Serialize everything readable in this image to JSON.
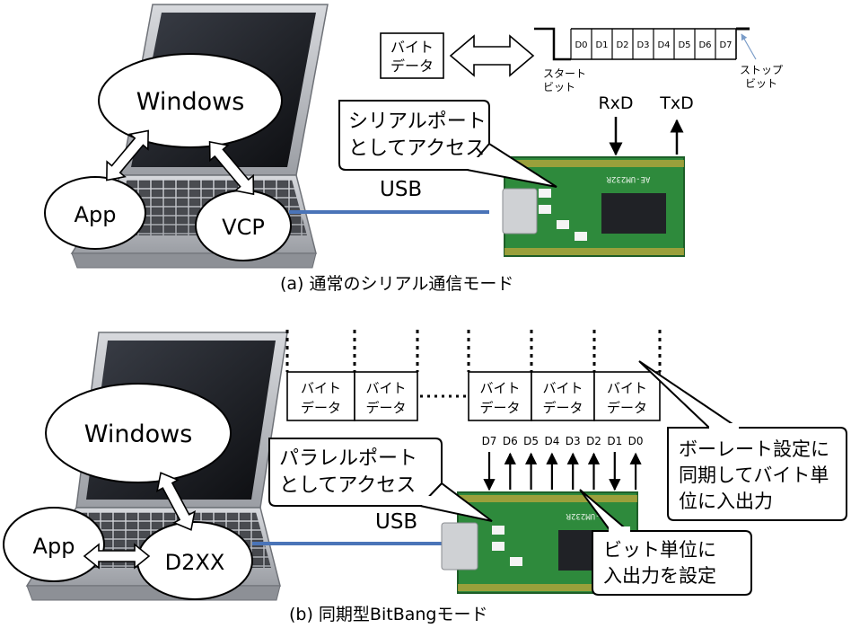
{
  "section_a": {
    "caption": "(a) 通常のシリアル通信モード",
    "windows": "Windows",
    "app": "App",
    "vcp": "VCP",
    "usb": "USB",
    "callout": [
      "シリアルポート",
      "としてアクセス"
    ],
    "byte_data": [
      "バイト",
      "データ"
    ],
    "bits": [
      "D0",
      "D1",
      "D2",
      "D3",
      "D4",
      "D5",
      "D6",
      "D7"
    ],
    "start_bit": [
      "スタート",
      "ビット"
    ],
    "stop_bit": [
      "ストップ",
      "ビット"
    ],
    "rxd": "RxD",
    "txd": "TxD",
    "board_label": "AE-UM232R"
  },
  "section_b": {
    "caption": "(b) 同期型BitBangモード",
    "windows": "Windows",
    "app": "App",
    "d2xx": "D2XX",
    "usb": "USB",
    "callout": [
      "パラレルポート",
      "としてアクセス"
    ],
    "byte_cells": [
      [
        "バイト",
        "データ"
      ],
      [
        "バイト",
        "データ"
      ],
      [
        "バイト",
        "データ"
      ],
      [
        "バイト",
        "データ"
      ],
      [
        "バイト",
        "データ"
      ]
    ],
    "pins": [
      "D7",
      "D6",
      "D5",
      "D4",
      "D3",
      "D2",
      "D1",
      "D0"
    ],
    "pin_direction": [
      "in",
      "out",
      "out",
      "out",
      "out",
      "out",
      "in",
      "out"
    ],
    "baud_note": [
      "ボーレート設定に",
      "同期してバイト単",
      "位に入出力"
    ],
    "bit_note": [
      "ビット単位に",
      "入出力を設定"
    ],
    "board_label": "AE-UM232R"
  },
  "colors": {
    "cable": "#4a74b8",
    "pcb": "#2e8a3c",
    "pcb_dark": "#1d5e28",
    "laptop_body": "#b9bcc2",
    "screen": "#1b1d22",
    "stop_arrow": "#7a9cc8"
  }
}
